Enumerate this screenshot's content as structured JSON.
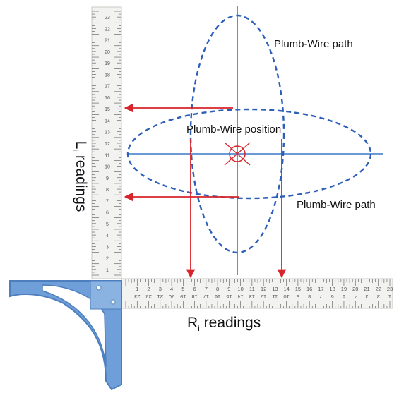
{
  "labels": {
    "top_path": "Plumb-Wire path",
    "position": "Plumb-Wire position",
    "bottom_path": "Plumb-Wire path",
    "li_main": "L",
    "li_sub": "i",
    "li_rest": " readings",
    "ri_main": "R",
    "ri_sub": "i",
    "ri_rest": " readings"
  },
  "ruler": {
    "vertical_ticks": [
      "23",
      "22",
      "21",
      "20",
      "19",
      "18",
      "17",
      "16",
      "15",
      "14",
      "13",
      "12",
      "11",
      "10",
      "9",
      "8",
      "7",
      "6",
      "5",
      "4",
      "3",
      "2",
      "1"
    ],
    "horizontal_ticks": [
      "1",
      "2",
      "3",
      "4",
      "5",
      "6",
      "7",
      "8",
      "9",
      "10",
      "11",
      "12",
      "13",
      "14",
      "15",
      "16",
      "17",
      "18",
      "19",
      "20",
      "21",
      "22",
      "23"
    ]
  },
  "colors": {
    "path_blue": "#2e5fb8",
    "axis_blue": "#3a78c9",
    "arrow_red": "#d8242a",
    "square_blue": "#6f9fd8",
    "ruler_face": "#f2f2f0",
    "ruler_text": "#555555"
  },
  "icons": {
    "arrow": "arrowhead",
    "wire": "circle-with-cross"
  }
}
